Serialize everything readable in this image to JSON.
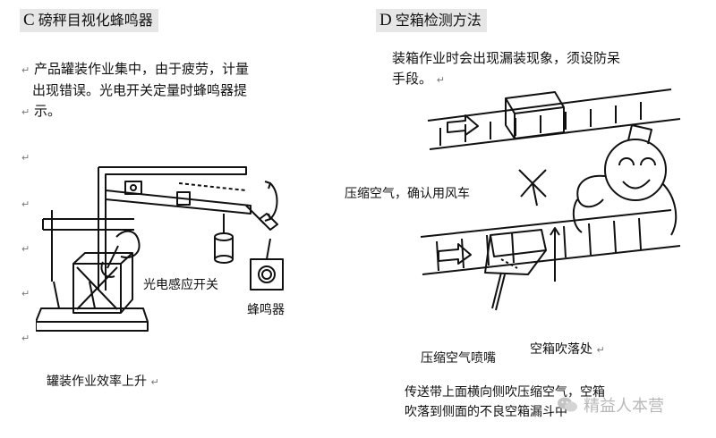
{
  "left": {
    "heading_letter": "C",
    "heading_text": "磅秤目视化蜂鸣器",
    "description_l1": "产品罐装作业集中，由于疲劳，计量",
    "description_l2": "出现错误。光电开关定量时蜂鸣器提",
    "description_l3": "示。",
    "label_sensor": "光电感应开关",
    "label_buzzer": "蜂鸣器",
    "caption": "罐装作业效率上升"
  },
  "right": {
    "heading_letter": "D",
    "heading_text": "空箱检测方法",
    "description_l1": "装箱作业时会出现漏装现象，须设防呆",
    "description_l2": "手段。",
    "label_windmill": "压缩空气，确认用风车",
    "label_nozzle": "压缩空气喷嘴",
    "label_drop": "空箱吹落处",
    "caption_l1": "传送带上面横向侧吹压缩空气，空箱",
    "caption_l2": "吹落到侧面的不良空箱漏斗中"
  },
  "watermark": "精益人本营",
  "icons": {
    "paragraph_mark": "↵",
    "watermark_icon": "wechat-icon"
  }
}
